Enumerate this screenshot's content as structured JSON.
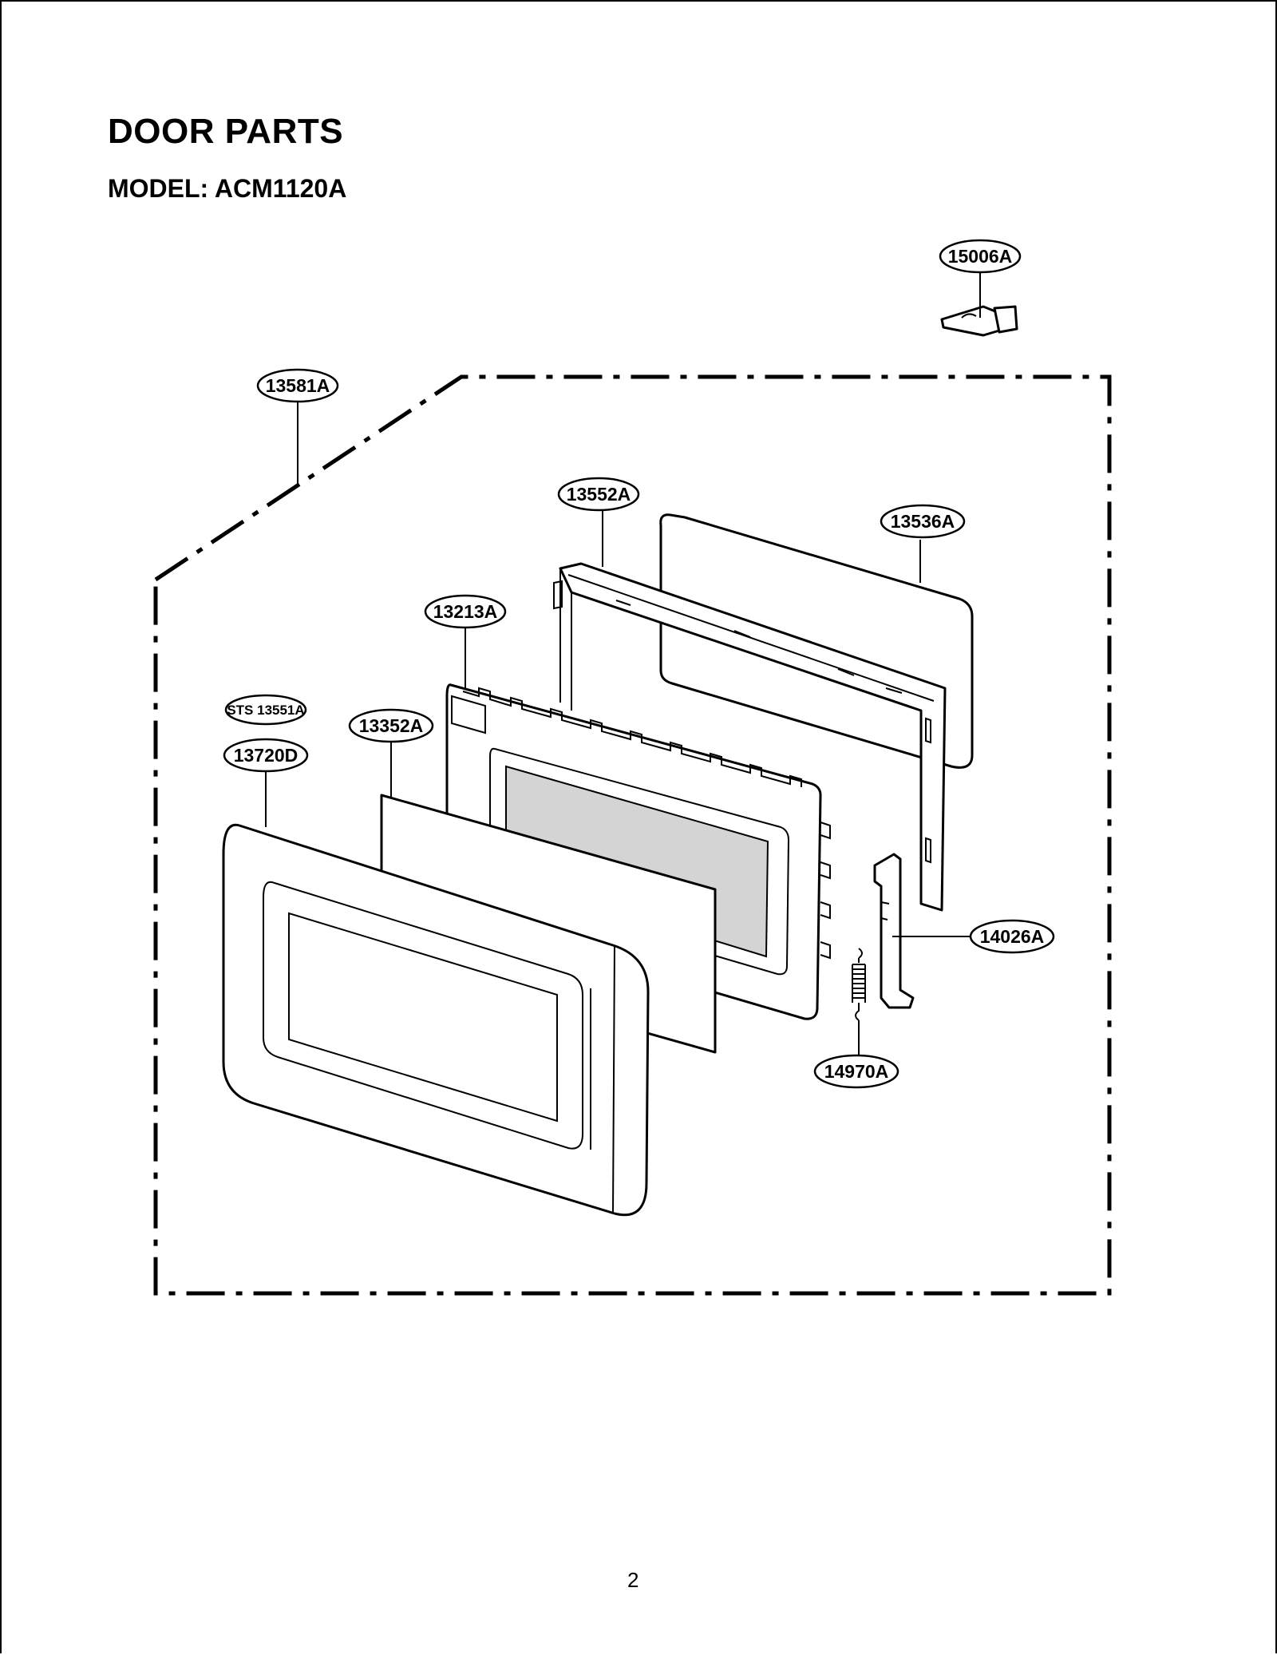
{
  "header": {
    "title": "DOOR PARTS",
    "model": "MODEL: ACM1120A"
  },
  "callouts": {
    "c15006A": "15006A",
    "c13581A": "13581A",
    "c13552A": "13552A",
    "c13536A": "13536A",
    "c13213A": "13213A",
    "cSTS13551A": "STS 13551A",
    "c13352A": "13352A",
    "c13720D": "13720D",
    "c14026A": "14026A",
    "c14970A": "14970A"
  },
  "footer": {
    "page_number": "2"
  }
}
